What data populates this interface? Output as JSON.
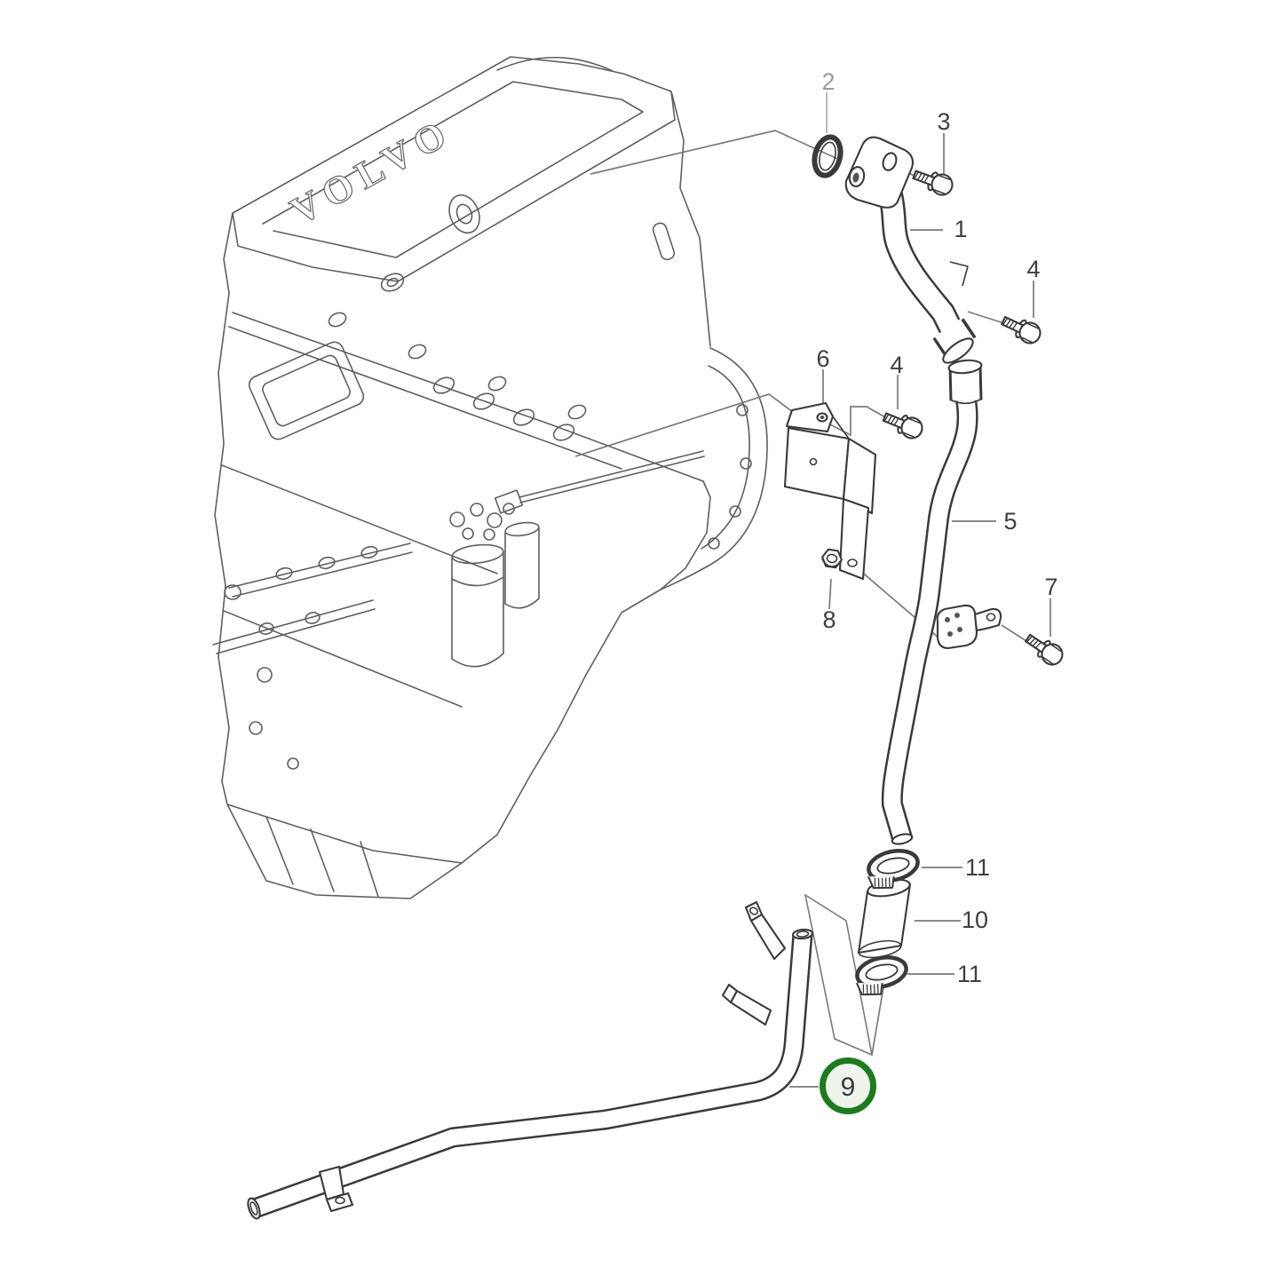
{
  "diagram": {
    "type": "engine-parts-exploded-view",
    "brand": "VOLVO",
    "background": "#ffffff",
    "colors": {
      "part_line": "#3a3a3a",
      "engine_line": "#5f5f5f",
      "leader_line": "#7a7a7a",
      "label_text": "#3f3f3f",
      "muted_label_text": "#9c9c9c",
      "highlight_ring": "#1e7a1f",
      "highlight_fill": "#eef3ec"
    },
    "callouts": [
      {
        "label": "2",
        "kind": "o-ring",
        "muted": true
      },
      {
        "label": "3",
        "kind": "flange-bolt"
      },
      {
        "label": "1",
        "kind": "upper-coolant-pipe"
      },
      {
        "label": "4",
        "kind": "flange-bolt"
      },
      {
        "label": "6",
        "kind": "mounting-bracket"
      },
      {
        "label": "4",
        "kind": "flange-bolt"
      },
      {
        "label": "5",
        "kind": "main-coolant-pipe"
      },
      {
        "label": "7",
        "kind": "flange-bolt"
      },
      {
        "label": "8",
        "kind": "nut"
      },
      {
        "label": "11",
        "kind": "hose-clamp"
      },
      {
        "label": "10",
        "kind": "hose-sleeve"
      },
      {
        "label": "11",
        "kind": "hose-clamp"
      },
      {
        "label": "9",
        "kind": "lower-coolant-pipe",
        "highlighted": true
      }
    ]
  }
}
